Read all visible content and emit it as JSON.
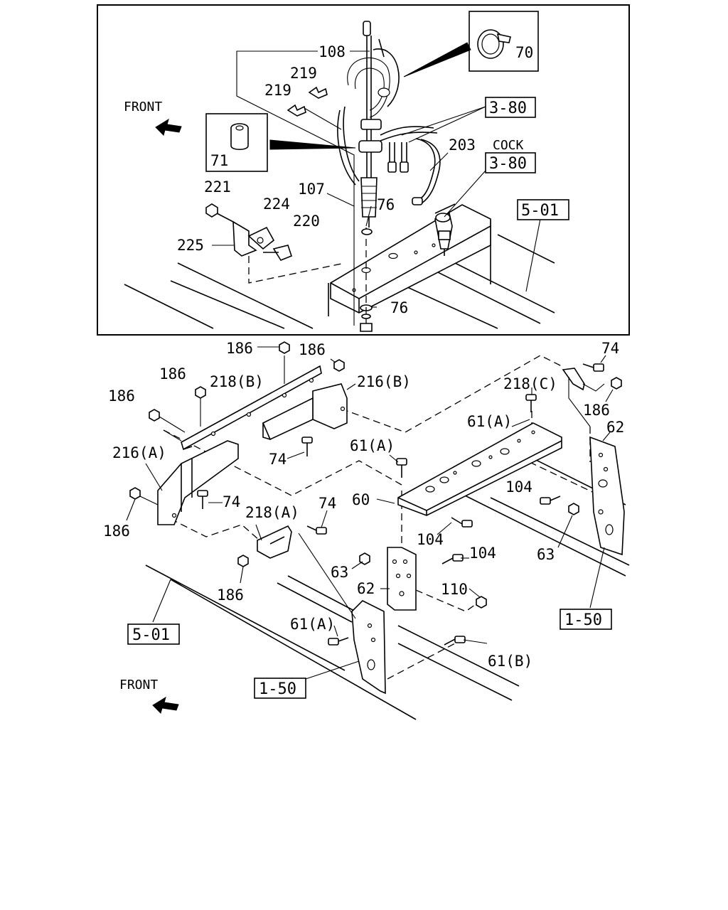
{
  "labels": {
    "front": "FRONT",
    "cock": "COCK",
    "l108": "108",
    "l70": "70",
    "l219a": "219",
    "l219b": "219",
    "l3_80a": "3-80",
    "l3_80b": "3-80",
    "l203": "203",
    "l71": "71",
    "l221": "221",
    "l107": "107",
    "l224": "224",
    "l76a": "76",
    "l5_01a": "5-01",
    "l220": "220",
    "l225": "225",
    "l76b": "76",
    "l186a": "186",
    "l186b": "186",
    "l186c": "186",
    "l186d": "186",
    "l186e": "186",
    "l186f": "186",
    "l186g": "186",
    "l74a": "74",
    "l74b": "74",
    "l74c": "74",
    "l74d": "74",
    "l218b": "218(B)",
    "l216b": "216(B)",
    "l218c": "218(C)",
    "l216a": "216(A)",
    "l218a": "218(A)",
    "l61a1": "61(A)",
    "l61a2": "61(A)",
    "l61a3": "61(A)",
    "l61b": "61(B)",
    "l62a": "62",
    "l62b": "62",
    "l60": "60",
    "l104a": "104",
    "l104b": "104",
    "l104c": "104",
    "l63a": "63",
    "l63b": "63",
    "l110": "110",
    "l1_50a": "1-50",
    "l1_50b": "1-50",
    "l5_01b": "5-01",
    "front2": "FRONT"
  }
}
